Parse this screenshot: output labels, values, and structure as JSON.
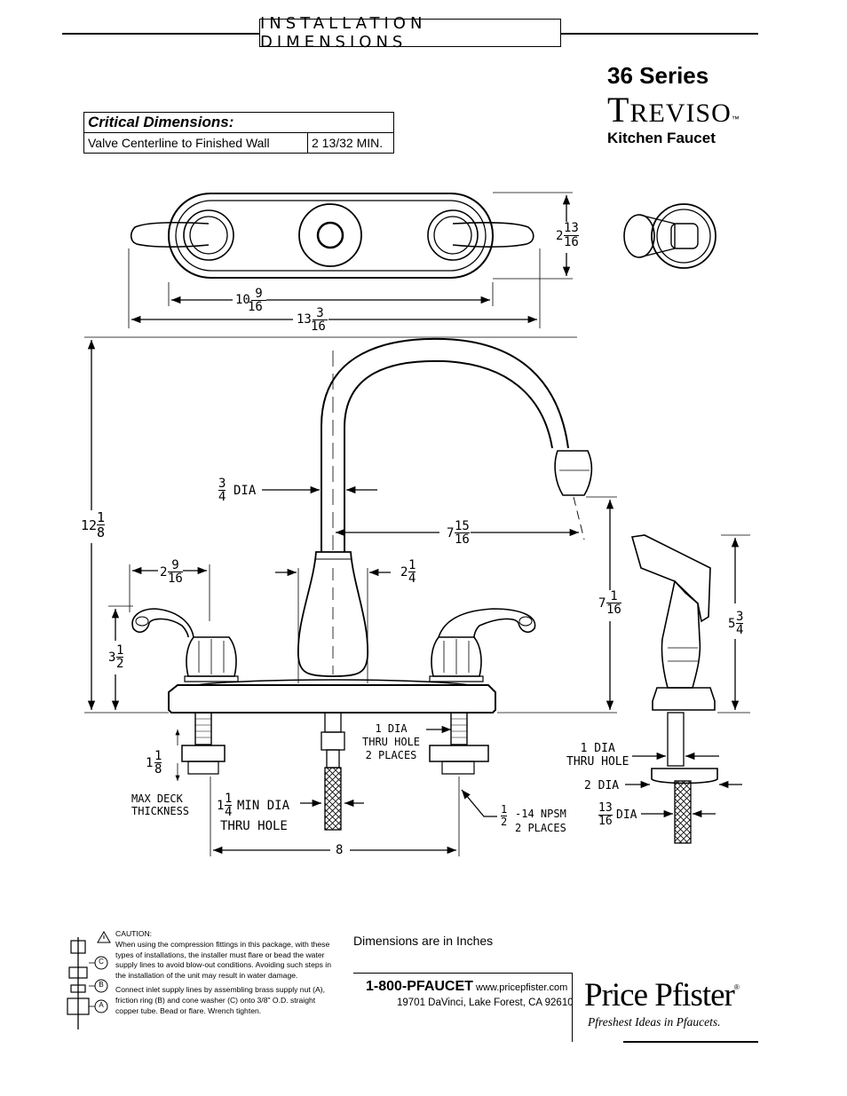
{
  "header": {
    "title": "INSTALLATION DIMENSIONS"
  },
  "product": {
    "series": "36 Series",
    "brand_initial": "T",
    "brand_rest": "REVISO",
    "trademark": "™",
    "type": "Kitchen Faucet"
  },
  "critical": {
    "heading": "Critical Dimensions:",
    "label": "Valve Centerline to Finished Wall",
    "value": "2 13/32 MIN."
  },
  "dims": {
    "top_height_whole": "2",
    "top_height_num": "13",
    "top_height_den": "16",
    "inner_width_whole": "10",
    "inner_width_num": "9",
    "inner_width_den": "16",
    "outer_width_whole": "13",
    "outer_width_num": "3",
    "outer_width_den": "16",
    "total_height_whole": "12",
    "total_height_num": "1",
    "total_height_den": "8",
    "spout_dia_num": "3",
    "spout_dia_den": "4",
    "spout_dia_text": "DIA",
    "reach_whole": "7",
    "reach_num": "15",
    "reach_den": "16",
    "handle_width_whole": "2",
    "handle_width_num": "9",
    "handle_width_den": "16",
    "body_width_whole": "2",
    "body_width_num": "1",
    "body_width_den": "4",
    "handle_height_whole": "3",
    "handle_height_num": "1",
    "handle_height_den": "2",
    "spout_height_whole": "7",
    "spout_height_num": "1",
    "spout_height_den": "16",
    "spray_height_whole": "5",
    "spray_height_num": "3",
    "spray_height_den": "4",
    "deck_whole": "1",
    "deck_num": "1",
    "deck_den": "8",
    "deck_text_1": "MAX DECK",
    "deck_text_2": "THICKNESS",
    "min_dia_whole": "1",
    "min_dia_num": "1",
    "min_dia_den": "4",
    "min_dia_text": "MIN DIA",
    "min_dia_text_2": "THRU HOLE",
    "hole_1": "1 DIA",
    "hole_2": "THRU HOLE",
    "hole_3": "2 PLACES",
    "npsm_num": "1",
    "npsm_den": "2",
    "npsm_1": "-14 NPSM",
    "npsm_2": "2 PLACES",
    "spacing": "8",
    "spray_hole_1": "1 DIA",
    "spray_hole_2": "THRU HOLE",
    "spray_dia": "2 DIA",
    "spray_small_num": "13",
    "spray_small_den": "16",
    "spray_small_text": "DIA"
  },
  "notes": {
    "units": "Dimensions are in Inches"
  },
  "caution": {
    "heading": "CAUTION:",
    "text_1": "When using the compression fittings in this package, with these types of installations, the installer must flare or bead the water supply lines to avoid blow-out conditions. Avoiding such steps in the installation of the unit may result in water damage.",
    "text_2": "Connect inlet supply lines by assembling brass supply nut (A), friction ring (B) and cone washer (C) onto 3/8\" O.D. straight copper tube. Bead or flare. Wrench tighten.",
    "labels": [
      "C",
      "B",
      "A"
    ]
  },
  "contact": {
    "phone": "1-800-PFAUCET",
    "web": "www.pricepfister.com",
    "address": "19701 DaVinci, Lake Forest, CA  92610"
  },
  "logo": {
    "name": "Price Pfister",
    "registered": "®",
    "tagline": "Pfreshest Ideas in Pfaucets."
  }
}
